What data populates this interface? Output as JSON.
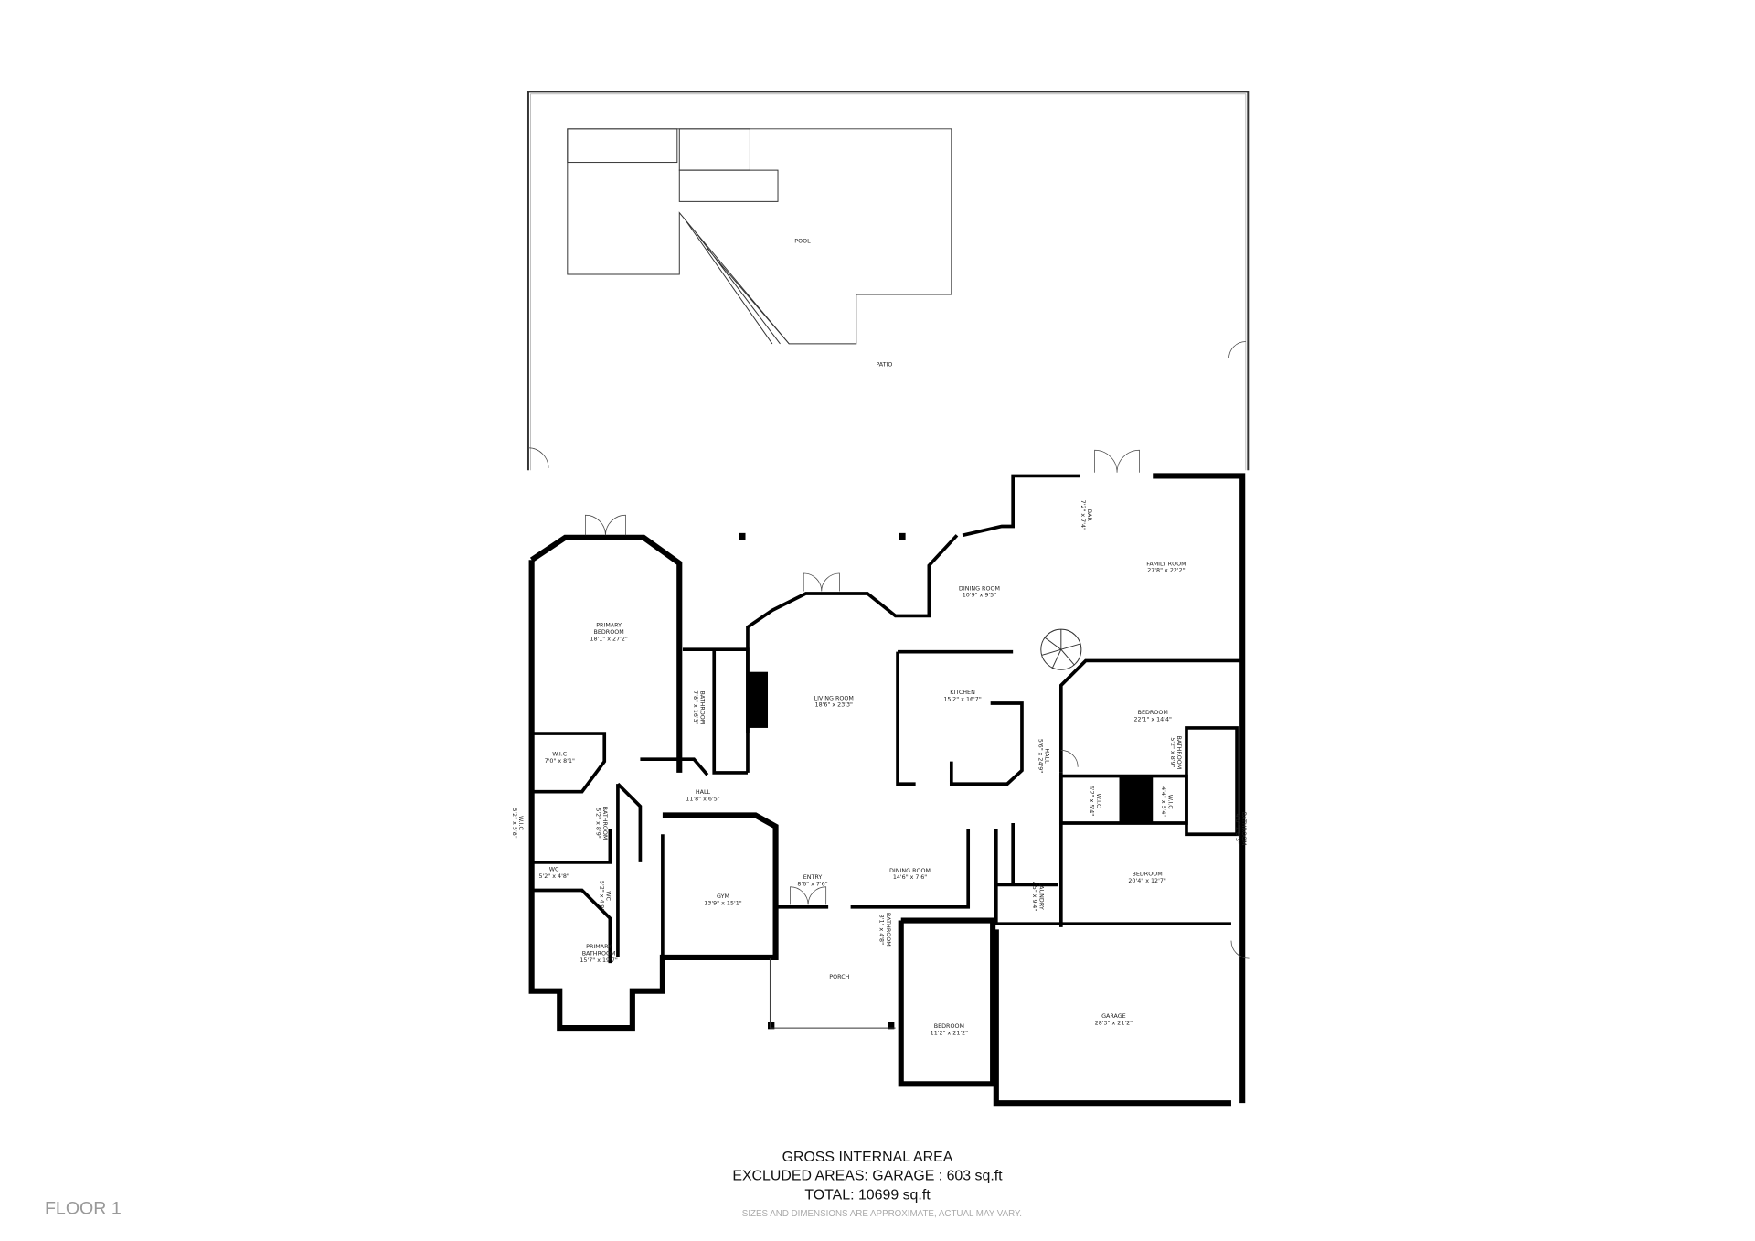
{
  "floor_label": "FLOOR 1",
  "summary": {
    "title": "GROSS INTERNAL AREA",
    "excluded": "EXCLUDED AREAS: GARAGE : 603 sq.ft",
    "total": "TOTAL: 10699 sq.ft",
    "disclaimer": "SIZES AND DIMENSIONS ARE APPROXIMATE, ACTUAL MAY VARY."
  },
  "rooms": [
    {
      "name": "POOL",
      "dims": ""
    },
    {
      "name": "PATIO",
      "dims": ""
    },
    {
      "name": "PRIMARY",
      "name2": "BEDROOM",
      "dims": "18'1\" x 27'2\""
    },
    {
      "name": "BATHROOM",
      "dims": "7'8\" x 16'3\""
    },
    {
      "name": "LIVING ROOM",
      "dims": "18'6\" x 23'3\""
    },
    {
      "name": "KITCHEN",
      "dims": "15'2\" x 16'7\""
    },
    {
      "name": "DINING ROOM",
      "dims": "10'9\" x 9'5\""
    },
    {
      "name": "BAR",
      "dims": "7'2\" x 7'4\""
    },
    {
      "name": "FAMILY ROOM",
      "dims": "27'8\" x 22'2\""
    },
    {
      "name": "BEDROOM",
      "dims": "22'1\" x 14'4\""
    },
    {
      "name": "BATHROOM",
      "dims": "5'2\" x 8'9\""
    },
    {
      "name": "HALL",
      "dims": "5'6\" x 24'9\""
    },
    {
      "name": "W.I.C",
      "dims": "6'2\" x 5'4\""
    },
    {
      "name": "W.I.C",
      "dims": "4'4\" x 5'4\""
    },
    {
      "name": "BATHROOM",
      "dims": "4'6\" x 6'3\""
    },
    {
      "name": "W.I.C",
      "dims": "7'0\" x 8'1\""
    },
    {
      "name": "HALL",
      "dims": "11'8\" x 6'5\""
    },
    {
      "name": "W.I.C",
      "dims": "5'2\" x 5'8\""
    },
    {
      "name": "BATHROOM",
      "dims": "5'2\" x 8'9\""
    },
    {
      "name": "WC",
      "dims": "5'2\" x 4'8\""
    },
    {
      "name": "WC",
      "dims": "5'2\" x 4'9\""
    },
    {
      "name": "PRIMARY",
      "name2": "BATHROOM",
      "dims": "15'7\" x 19'7\""
    },
    {
      "name": "GYM",
      "dims": "13'9\" x 15'1\""
    },
    {
      "name": "ENTRY",
      "dims": "8'6\" x 7'6\""
    },
    {
      "name": "DINING ROOM",
      "dims": "14'6\" x 7'6\""
    },
    {
      "name": "LAUNDRY",
      "dims": "7'5\" x 9'4\""
    },
    {
      "name": "BEDROOM",
      "dims": "20'4\" x 12'7\""
    },
    {
      "name": "BATHROOM",
      "dims": "8'1\" x 4'8\""
    },
    {
      "name": "PORCH",
      "dims": ""
    },
    {
      "name": "BEDROOM",
      "dims": "11'2\" x 21'2\""
    },
    {
      "name": "GARAGE",
      "dims": "28'3\" x 21'2\""
    }
  ]
}
